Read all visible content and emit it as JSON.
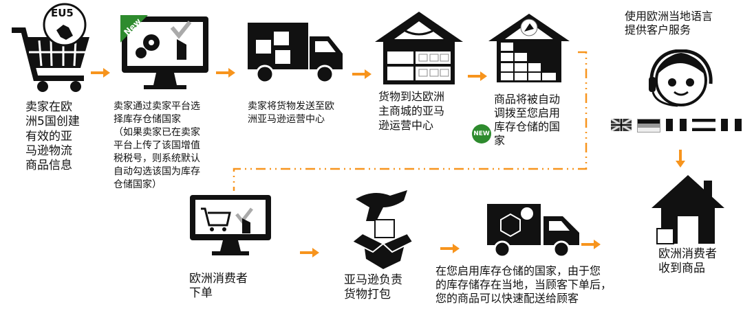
{
  "colors": {
    "accent": "#f7941d",
    "icon": "#111111",
    "new_badge": "#2e8b2e"
  },
  "steps": [
    {
      "text": "卖家在欧\n洲5国创建\n有效的亚\n马逊物流\n商品信息",
      "badge": "EU5"
    },
    {
      "text": "卖家通过卖家平台选\n择库存仓储国家\n（如果卖家已在卖家\n平台上传了该国增值\n税税号，则系统默认\n自动勾选该国为库存\n仓储国家）",
      "badge": "New"
    },
    {
      "text": "卖家将货物发送至欧\n洲亚马逊运营中心"
    },
    {
      "text": "货物到达欧洲\n主商城的亚马\n逊运营中心"
    },
    {
      "text": "商品将被自动\n调拨至您启用\n库存仓储的国\n家",
      "badge": "NEW"
    },
    {
      "text": "欧洲消费者\n下单"
    },
    {
      "text": "亚马逊负责\n货物打包"
    },
    {
      "text": "在您启用库存仓储的国家，由于您\n的库存储存在当地，当顾客下单后，\n您的商品可以快速配送给顾客"
    },
    {
      "text": "欧洲消费者\n收到商品"
    }
  ],
  "service": {
    "text": " 使用欧洲当地语言\n提供客户服务",
    "flags": [
      "UK",
      "DE",
      "FR",
      "ES",
      "IT"
    ]
  }
}
